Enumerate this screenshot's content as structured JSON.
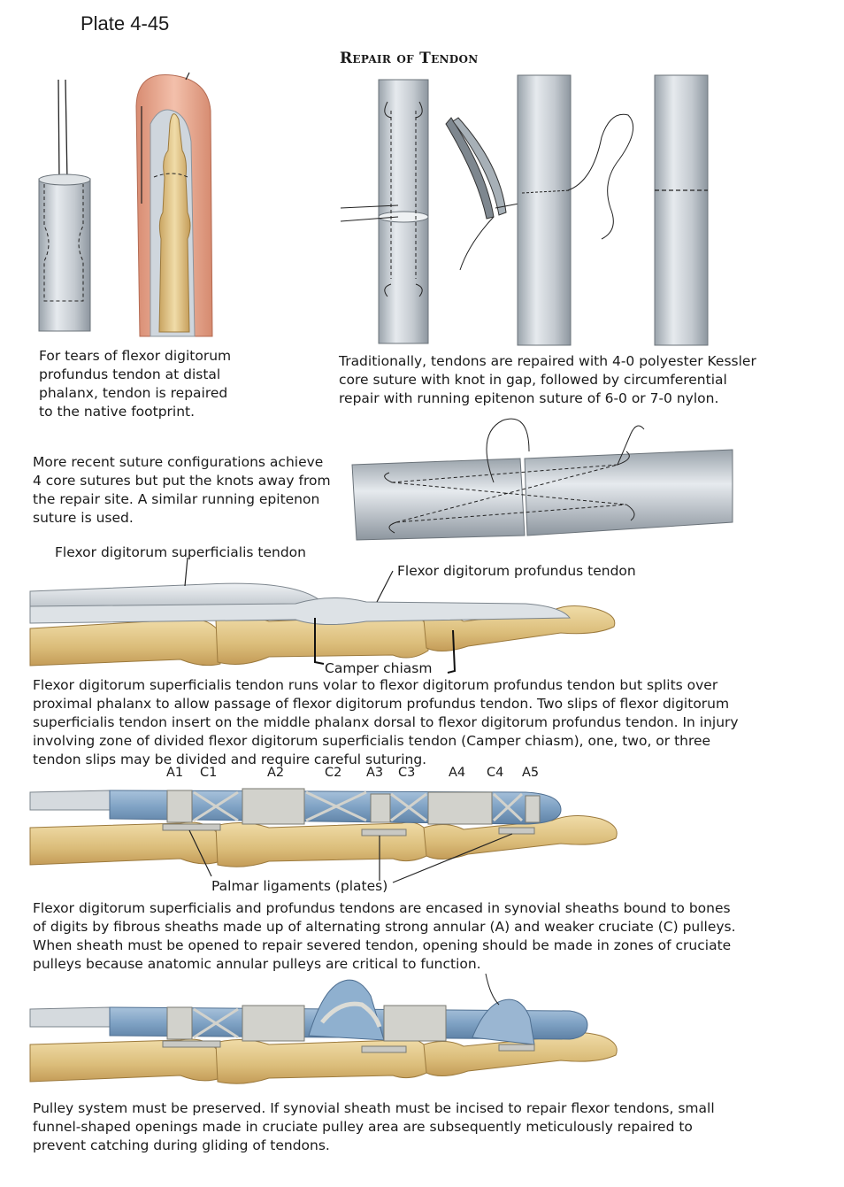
{
  "plate": "Plate 4-45",
  "title": "Repair of Tendon",
  "captions": {
    "distal": "For tears of flexor digitorum\nprofundus tendon at distal\nphalanx, tendon is repaired\nto the native footprint.",
    "kessler": "Traditionally, tendons are  repaired with 4-0 polyester Kessler\ncore suture with knot in gap, followed by circumferential\nrepair with running epitenon suture of 6-0 or 7-0 nylon.",
    "recent": "More recent suture configurations achieve\n4 core sutures but put the knots away from\nthe repair site. A similar running epitenon\nsuture is used.",
    "chiasm": "Flexor digitorum superficialis tendon runs volar to flexor digitorum profundus tendon but splits over\nproximal phalanx to allow passage of flexor digitorum profundus tendon. Two slips of flexor digitorum\nsuperficialis tendon insert on the middle phalanx dorsal to flexor digitorum profundus tendon. In injury\ninvolving zone of divided flexor digitorum superficialis tendon (Camper chiasm), one, two, or three\ntendon slips may be divided and require careful suturing.",
    "sheath": "Flexor digitorum superficialis and profundus tendons are encased in synovial sheaths bound to bones\nof digits by fibrous sheaths made up of alternating strong annular (A) and weaker cruciate (C) pulleys.\nWhen sheath must be opened to repair severed tendon, opening should be made in zones of cruciate\npulleys because anatomic annular pulleys are critical to function.",
    "pulley": "Pulley system must be preserved. If synovial sheath must be incised to repair flexor tendons, small\nfunnel-shaped openings made in cruciate pulley area are subsequently meticulously repaired to\nprevent catching during gliding of tendons."
  },
  "labels": {
    "fds": "Flexor digitorum superficialis tendon",
    "fdp": "Flexor digitorum profundus tendon",
    "camper": "Camper chiasm",
    "palmar": "Palmar ligaments (plates)"
  },
  "pulleys": [
    "A1",
    "C1",
    "A2",
    "C2",
    "A3",
    "C3",
    "A4",
    "C4",
    "A5"
  ],
  "colors": {
    "skin": "#e9a58c",
    "bone": "#e3c98e",
    "tendon": "#d5dade",
    "sheath": "#7fa2c4",
    "pulley": "#c9c9c4"
  }
}
